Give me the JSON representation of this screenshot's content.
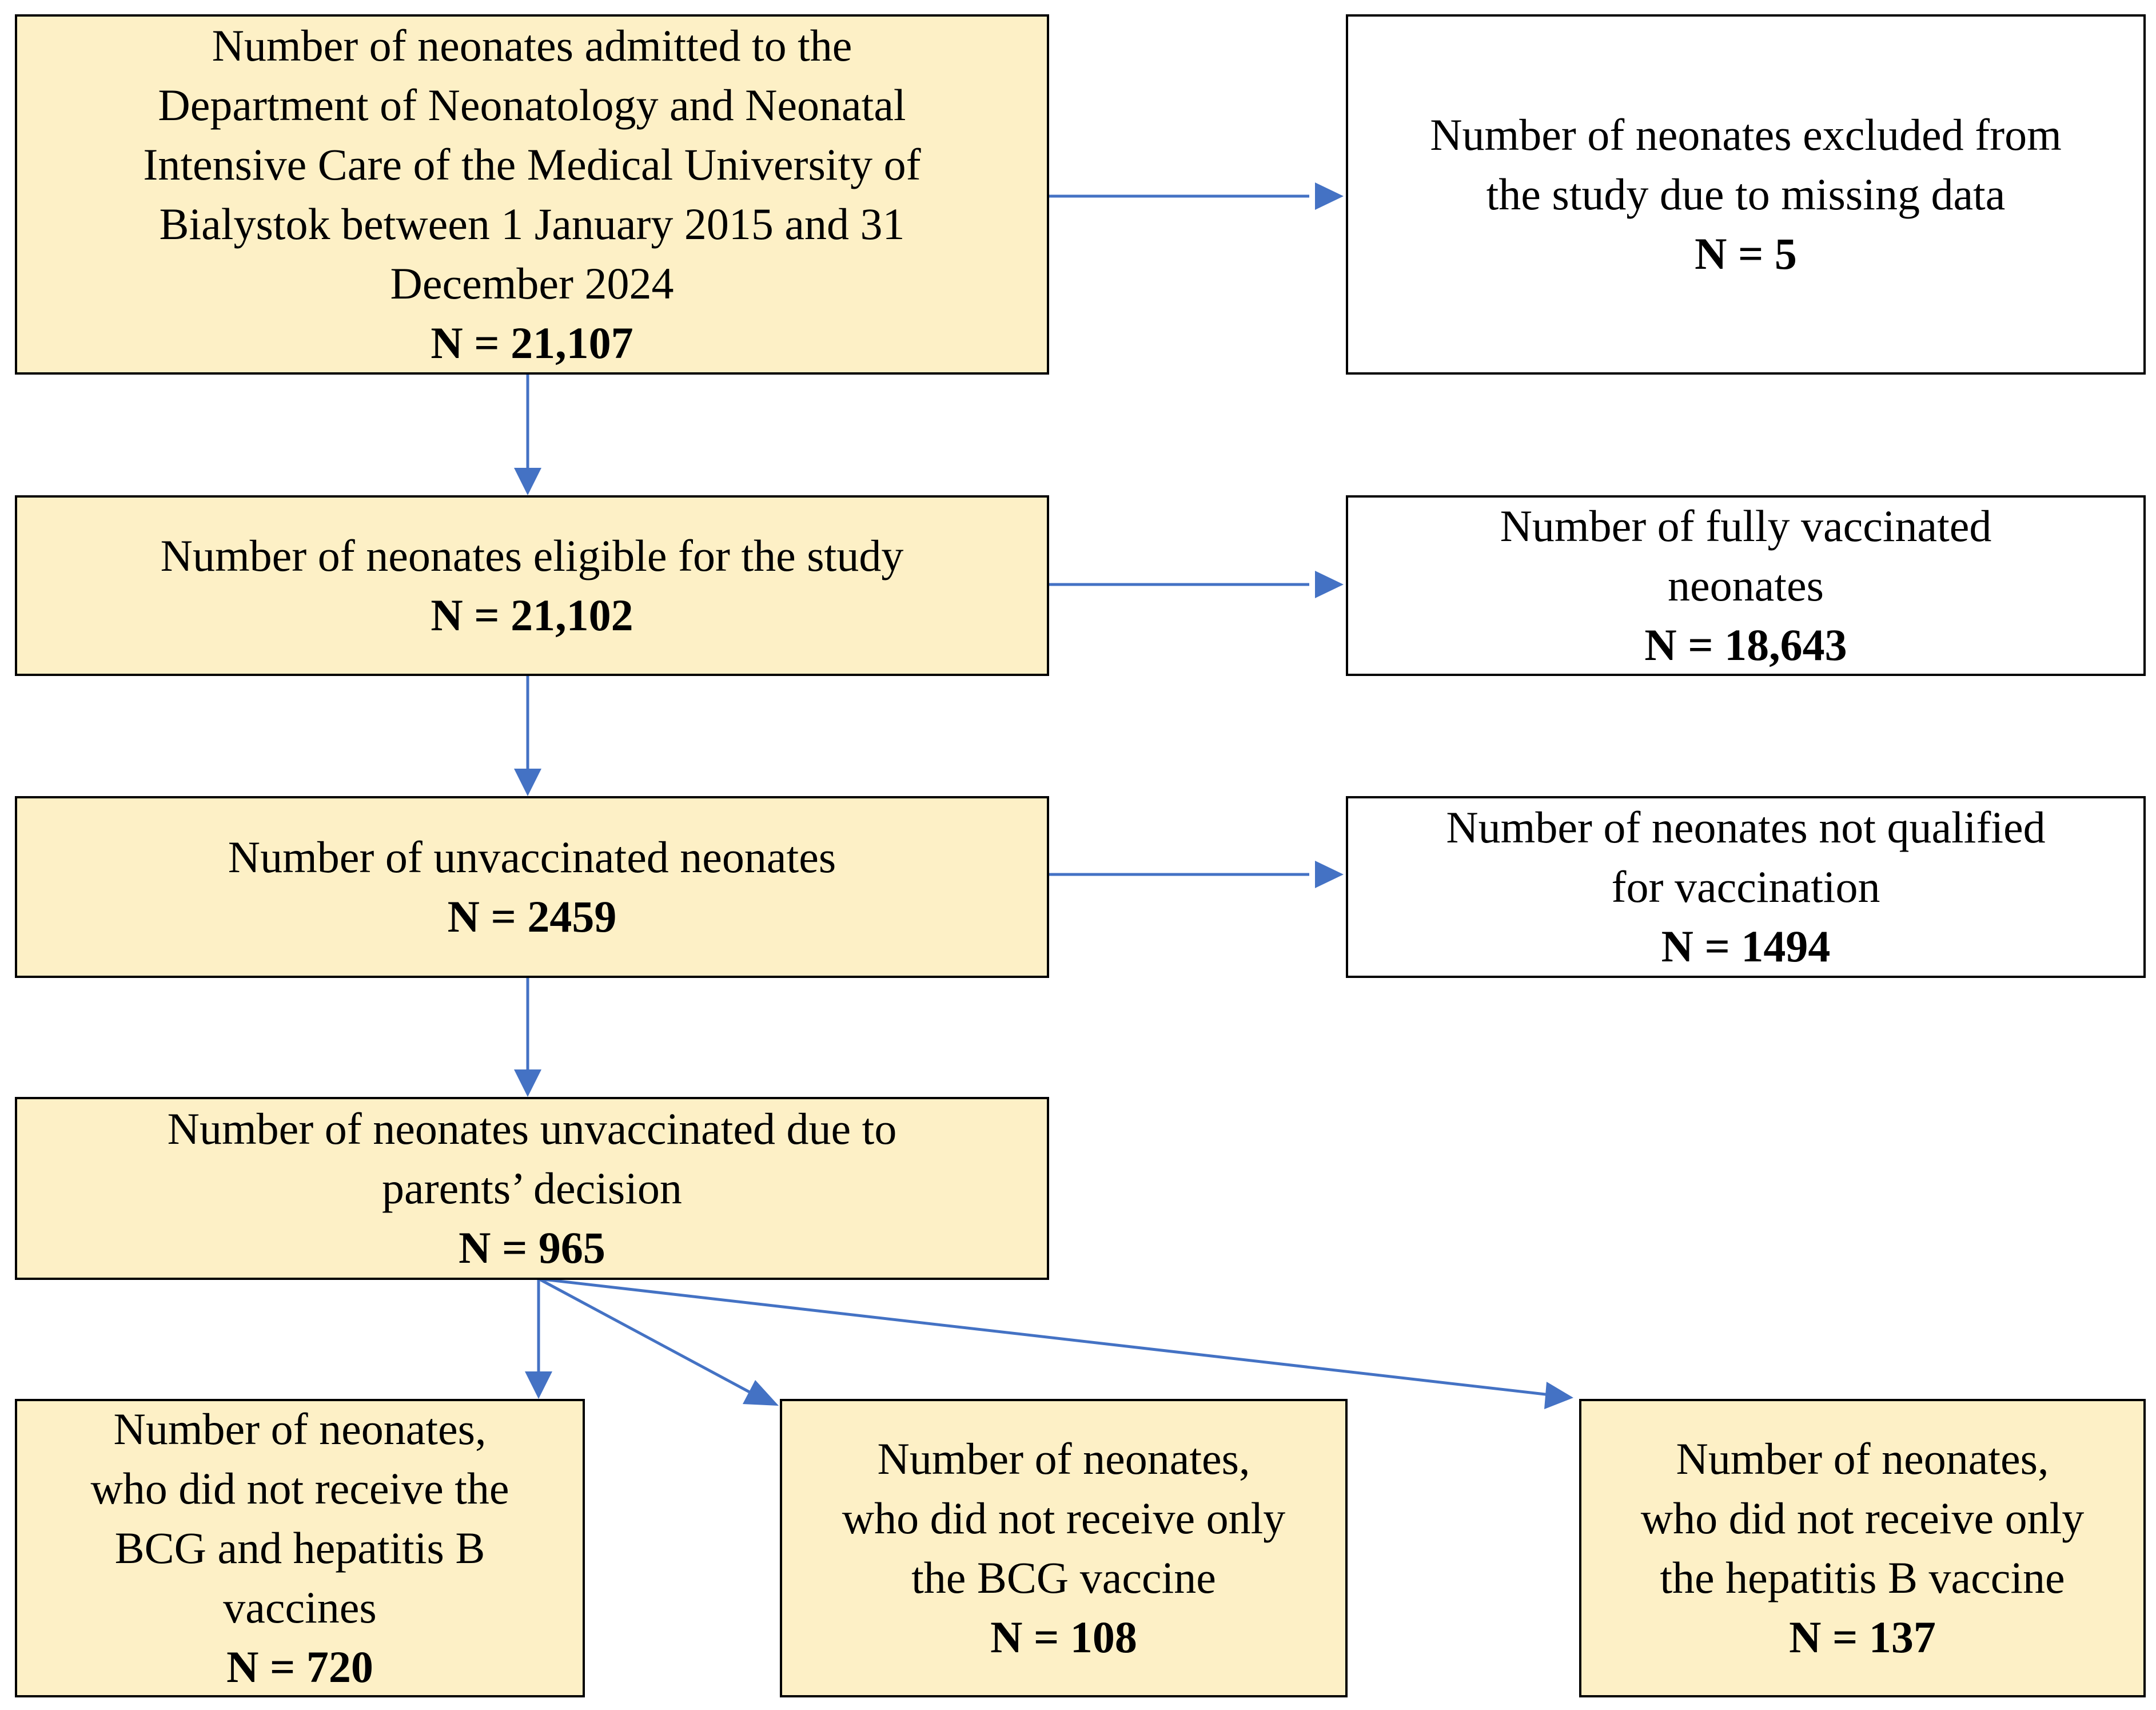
{
  "colors": {
    "box_fill": "#fdf0c6",
    "box_border": "#000000",
    "arrow": "#4472c4"
  },
  "boxes": {
    "admitted": {
      "text": "Number of neonates admitted to the\nDepartment of Neonatology and Neonatal\nIntensive Care of the Medical University of\nBialystok between 1 January 2015 and 31\nDecember 2024",
      "count": "N = 21,107"
    },
    "excluded": {
      "text": "Number of neonates excluded from\nthe study due to missing data",
      "count": "N = 5"
    },
    "eligible": {
      "text": "Number of neonates eligible for the study",
      "count": "N = 21,102"
    },
    "fully_vaccinated": {
      "text": "Number of fully vaccinated\nneonates",
      "count": "N = 18,643"
    },
    "unvaccinated": {
      "text": "Number of unvaccinated neonates",
      "count": "N = 2459"
    },
    "not_qualified": {
      "text": "Number of neonates not qualified\nfor vaccination",
      "count": "N = 1494"
    },
    "parents_decision": {
      "text": "Number of neonates unvaccinated due to\nparents’ decision",
      "count": "N = 965"
    },
    "no_bcg_hepb": {
      "text": "Number of neonates,\nwho did not receive the\nBCG and hepatitis B\nvaccines",
      "count": "N = 720"
    },
    "no_bcg_only": {
      "text": "Number of neonates,\nwho did not receive only\nthe BCG vaccine",
      "count": "N = 108"
    },
    "no_hepb_only": {
      "text": "Number of neonates,\nwho did not receive only\nthe hepatitis B vaccine",
      "count": "N = 137"
    }
  }
}
